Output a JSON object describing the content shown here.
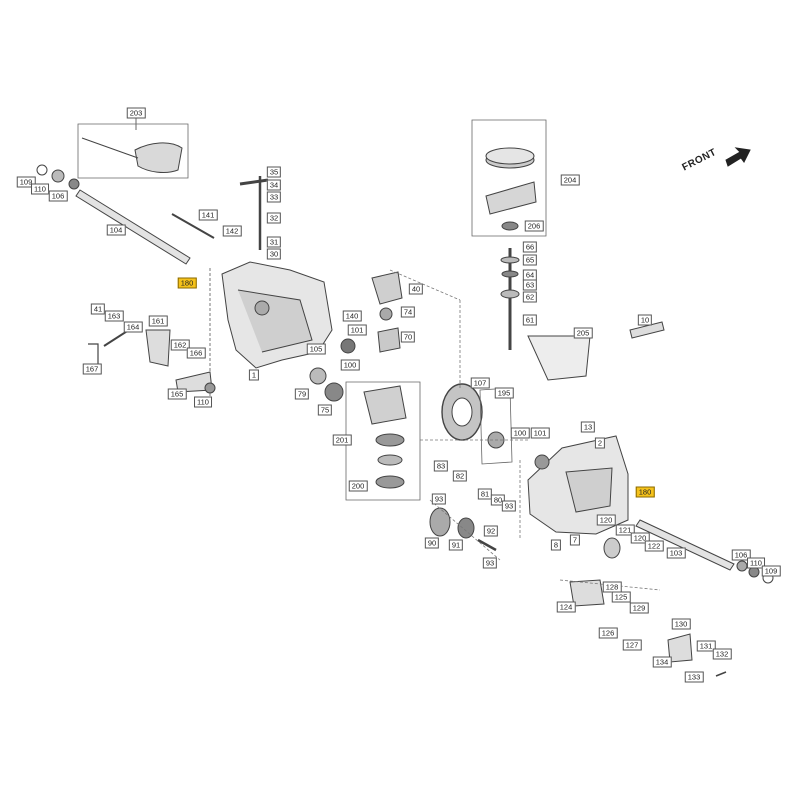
{
  "front_label": "FRONT",
  "highlight_color": "#f5c21b",
  "callouts": [
    "203",
    "109",
    "110",
    "106",
    "104",
    "141",
    "142",
    "35",
    "34",
    "33",
    "32",
    "31",
    "30",
    "180",
    "41",
    "163",
    "164",
    "161",
    "167",
    "162",
    "166",
    "165",
    "110",
    "40",
    "74",
    "70",
    "140",
    "101",
    "105",
    "100",
    "79",
    "75",
    "1",
    "107",
    "195",
    "100",
    "101",
    "201",
    "200",
    "83",
    "82",
    "81",
    "80",
    "93",
    "204",
    "206",
    "66",
    "65",
    "64",
    "63",
    "62",
    "61",
    "205",
    "10",
    "13",
    "2",
    "8",
    "180",
    "120",
    "121",
    "120",
    "122",
    "103",
    "106",
    "110",
    "109",
    "93",
    "92",
    "90",
    "91",
    "93",
    "7",
    "128",
    "125",
    "124",
    "129",
    "126",
    "127",
    "130",
    "134",
    "131",
    "132",
    "133"
  ]
}
